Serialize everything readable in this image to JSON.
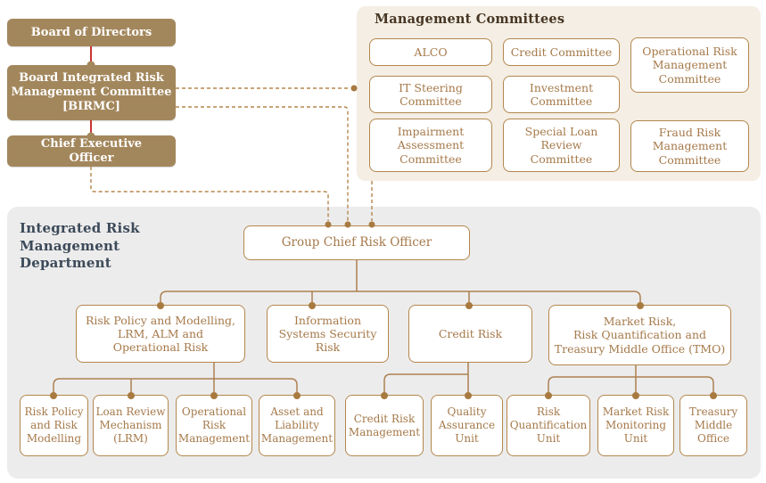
{
  "colors": {
    "tan_box": "#a3875c",
    "red_line": "#c00000",
    "panel_beige": "#f4eee4",
    "panel_gray": "#ececec",
    "line_brown": "#ad8050",
    "dot_brown": "#a87a40",
    "box_border": "#b3874d",
    "box_text": "#a5794a",
    "mc_title_text": "#473623",
    "irmd_title_text": "#3c4a59"
  },
  "governance": {
    "board": "Board of Directors",
    "birmc": "Board Integrated Risk\nManagement Committee\n[BIRMC]",
    "ceo": "Chief Executive\nOfficer"
  },
  "management_committees": {
    "title": "Management Committees",
    "items": [
      "ALCO",
      "Credit Committee",
      "Operational Risk\nManagement\nCommittee",
      "IT Steering\nCommittee",
      "Investment\nCommittee",
      "Impairment\nAssessment\nCommittee",
      "Special Loan\nReview\nCommittee",
      "Fraud Risk\nManagement\nCommittee"
    ]
  },
  "irmd": {
    "title": "Integrated Risk\nManagement\nDepartment",
    "head": "Group Chief Risk Officer",
    "divisions": [
      "Risk Policy and Modelling,\nLRM, ALM and\nOperational Risk",
      "Information\nSystems Security\nRisk",
      "Credit Risk",
      "Market Risk,\nRisk Quantification and\nTreasury Middle Office (TMO)"
    ],
    "units": [
      "Risk Policy\nand Risk\nModelling",
      "Loan Review\nMechanism\n(LRM)",
      "Operational\nRisk\nManagement",
      "Asset and\nLiability\nManagement",
      "Credit Risk\nManagement",
      "Quality\nAssurance\nUnit",
      "Risk\nQuantification\nUnit",
      "Market Risk\nMonitoring\nUnit",
      "Treasury\nMiddle\nOffice"
    ]
  }
}
